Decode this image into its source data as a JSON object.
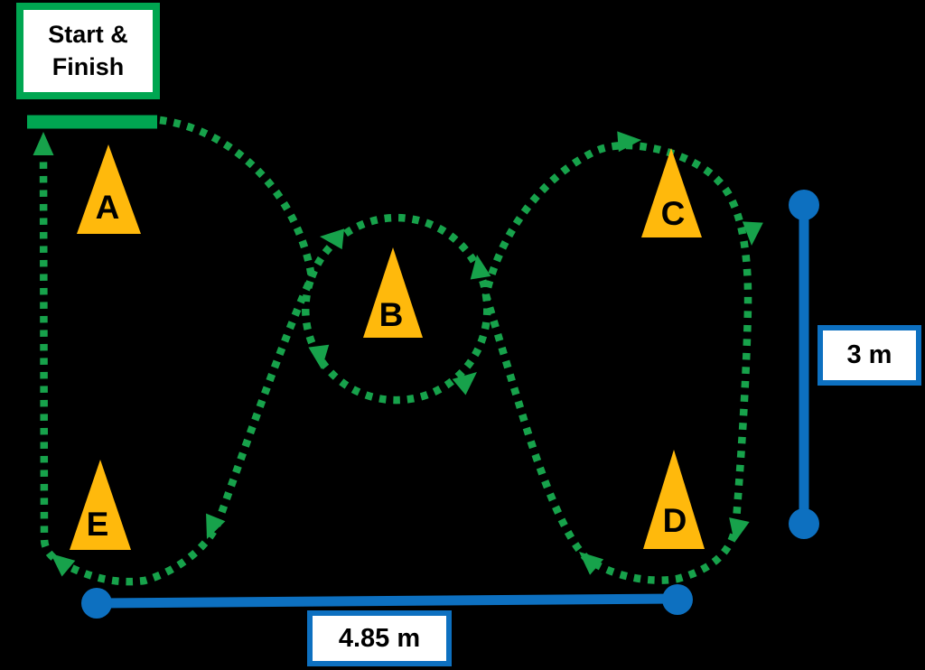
{
  "start_finish": {
    "line1": "Start &",
    "line2": "Finish"
  },
  "cones": [
    {
      "label": "A"
    },
    {
      "label": "B"
    },
    {
      "label": "C"
    },
    {
      "label": "D"
    },
    {
      "label": "E"
    }
  ],
  "measurements": {
    "vertical": {
      "label": "3 m"
    },
    "horizontal": {
      "label": "4.85 m"
    }
  },
  "colors": {
    "background": "#000000",
    "path_green": "#17A24B",
    "start_green": "#00A651",
    "cone_yellow": "#FFB90C",
    "measure_blue": "#0D70C0",
    "box_background": "#FFFFFF",
    "text_black": "#000000"
  }
}
